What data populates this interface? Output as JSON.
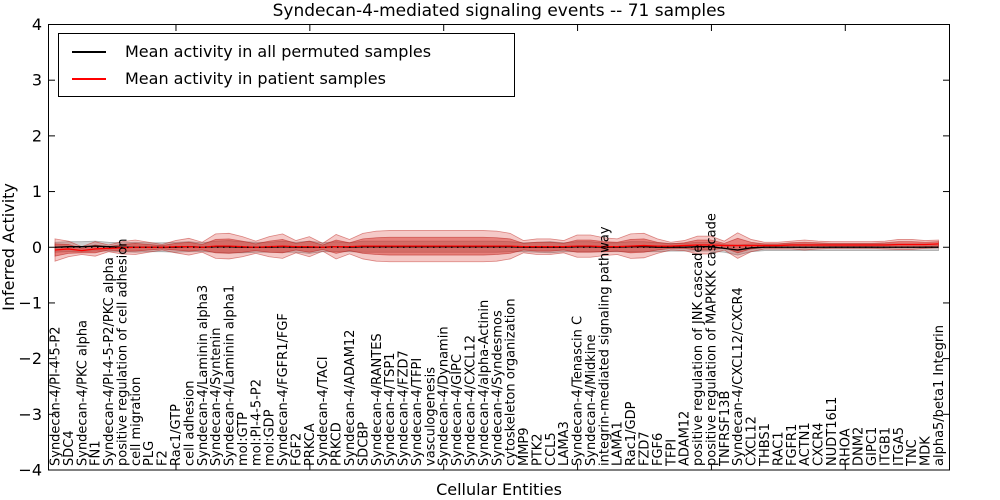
{
  "title": "Syndecan-4-mediated signaling events -- 71 samples",
  "legend": {
    "items": [
      {
        "label": "Mean activity in all permuted samples",
        "color": "#000000"
      },
      {
        "label": "Mean activity in patient samples",
        "color": "#ff0000"
      }
    ]
  },
  "chart_data": {
    "type": "line",
    "title": "Syndecan-4-mediated signaling events -- 71 samples",
    "xlabel": "Cellular Entities",
    "ylabel": "Inferred Activity",
    "ylim": [
      -4,
      4
    ],
    "yticks": [
      "4",
      "3",
      "2",
      "1",
      "0",
      "−1",
      "−2",
      "−3",
      "−4"
    ],
    "ytick_values": [
      4,
      3,
      2,
      1,
      0,
      -1,
      -2,
      -3,
      -4
    ],
    "grid": false,
    "legend_position": "upper left",
    "zero_line": {
      "value": 0,
      "style": "dotted",
      "color": "#000000"
    },
    "categories": [
      "Syndecan-4/PI-4-5-P2",
      "SDC4",
      "Syndecan-4/PKC alpha",
      "FN1",
      "Syndecan-4/PI-4-5-P2/PKC alpha",
      "positive regulation of cell adhesion",
      "cell migration",
      "PLG",
      "F2",
      "Rac1/GTP",
      "cell adhesion",
      "Syndecan-4/Laminin alpha3",
      "Syndecan-4/Syntenin",
      "Syndecan-4/Laminin alpha1",
      "mol:GTP",
      "mol:PI-4-5-P2",
      "mol:GDP",
      "Syndecan-4/FGFR1/FGF",
      "FGF2",
      "PRKCA",
      "Syndecan-4/TACI",
      "PRKCD",
      "Syndecan-4/ADAM12",
      "SDCBP",
      "Syndecan-4/RANTES",
      "Syndecan-4/TSP1",
      "Syndecan-4/FZD7",
      "Syndecan-4/TFPI",
      "vasculogenesis",
      "Syndecan-4/Dynamin",
      "Syndecan-4/GIPC",
      "Syndecan-4/CXCL12",
      "Syndecan-4/alpha-Actinin",
      "Syndecan-4/Syndesmos",
      "cytoskeleton organization",
      "MMP9",
      "PTK2",
      "CCL5",
      "LAMA3",
      "Syndecan-4/Tenascin C",
      "Syndecan-4/Midkine",
      "integrin-mediated signaling pathway",
      "LAMA1",
      "Rac1/GDP",
      "FZD7",
      "FGF6",
      "TFPI",
      "ADAM12",
      "positive regulation of JNK cascade",
      "positive regulation of MAPKKK cascade",
      "TNFRSF13B",
      "Syndecan-4/CXCL12/CXCR4",
      "CXCL12",
      "THBS1",
      "RAC1",
      "FGFR1",
      "ACTN1",
      "CXCR4",
      "NUDT16L1",
      "RHOA",
      "DNM2",
      "GIPC1",
      "ITGB1",
      "ITGA5",
      "TNC",
      "MDK",
      "alpha5/beta1 Integrin"
    ],
    "series": [
      {
        "name": "Mean activity in all permuted samples",
        "color": "#000000",
        "values": [
          0.0,
          0.01,
          0.01,
          0.02,
          0.01,
          0.0,
          0.0,
          0.0,
          0.0,
          0.0,
          0.01,
          0.0,
          0.01,
          0.01,
          0.0,
          0.0,
          0.0,
          0.01,
          0.0,
          0.0,
          0.0,
          0.01,
          0.0,
          0.01,
          0.01,
          0.01,
          0.01,
          0.01,
          0.01,
          0.01,
          0.01,
          0.01,
          0.01,
          0.01,
          0.01,
          0.0,
          0.0,
          0.0,
          0.0,
          0.01,
          0.01,
          0.0,
          0.0,
          0.01,
          0.01,
          0.0,
          0.0,
          0.0,
          0.01,
          0.01,
          -0.02,
          -0.05,
          -0.01,
          0.0,
          0.0,
          0.0,
          0.0,
          0.0,
          0.0,
          0.0,
          0.0,
          0.0,
          0.0,
          0.0,
          0.0,
          0.0,
          0.0
        ]
      },
      {
        "name": "Mean activity in patient samples",
        "color": "#ff0000",
        "values": [
          -0.05,
          -0.03,
          -0.06,
          -0.03,
          -0.02,
          -0.01,
          0.0,
          0.0,
          0.0,
          0.01,
          0.01,
          0.0,
          0.02,
          0.02,
          0.01,
          0.0,
          0.01,
          0.02,
          0.01,
          0.01,
          0.0,
          0.01,
          0.01,
          0.02,
          0.02,
          0.02,
          0.02,
          0.02,
          0.02,
          0.02,
          0.02,
          0.02,
          0.02,
          0.02,
          0.02,
          0.01,
          0.01,
          0.01,
          0.01,
          0.02,
          0.02,
          0.01,
          0.01,
          0.02,
          0.03,
          0.02,
          0.02,
          0.03,
          0.04,
          0.04,
          0.03,
          0.03,
          0.03,
          0.03,
          0.03,
          0.04,
          0.04,
          0.04,
          0.04,
          0.04,
          0.04,
          0.04,
          0.04,
          0.05,
          0.05,
          0.05,
          0.06
        ]
      }
    ],
    "bands": [
      {
        "name": "patient-band-outer",
        "center_series": "Mean activity in patient samples",
        "fill": "rgba(214,39,32,0.25)",
        "edge": "rgba(190,35,30,0.5)",
        "half_widths": [
          0.2,
          0.14,
          0.07,
          0.13,
          0.06,
          0.11,
          0.13,
          0.09,
          0.05,
          0.11,
          0.15,
          0.09,
          0.22,
          0.23,
          0.18,
          0.11,
          0.18,
          0.22,
          0.11,
          0.18,
          0.07,
          0.22,
          0.13,
          0.23,
          0.27,
          0.28,
          0.28,
          0.28,
          0.28,
          0.28,
          0.28,
          0.28,
          0.28,
          0.27,
          0.23,
          0.11,
          0.14,
          0.14,
          0.11,
          0.2,
          0.2,
          0.16,
          0.14,
          0.22,
          0.22,
          0.13,
          0.07,
          0.09,
          0.16,
          0.16,
          0.08,
          0.23,
          0.11,
          0.06,
          0.06,
          0.07,
          0.09,
          0.07,
          0.06,
          0.06,
          0.06,
          0.06,
          0.07,
          0.09,
          0.09,
          0.07,
          0.07
        ]
      },
      {
        "name": "patient-band-inner",
        "center_series": "Mean activity in patient samples",
        "fill": "rgba(214,39,32,0.45)",
        "edge": "rgba(180,30,25,0.55)",
        "half_widths": [
          0.11,
          0.08,
          0.04,
          0.07,
          0.03,
          0.06,
          0.07,
          0.05,
          0.03,
          0.06,
          0.08,
          0.05,
          0.12,
          0.13,
          0.1,
          0.06,
          0.1,
          0.12,
          0.06,
          0.1,
          0.04,
          0.12,
          0.07,
          0.13,
          0.15,
          0.16,
          0.16,
          0.16,
          0.16,
          0.16,
          0.16,
          0.16,
          0.16,
          0.15,
          0.13,
          0.06,
          0.08,
          0.08,
          0.06,
          0.11,
          0.11,
          0.09,
          0.08,
          0.12,
          0.12,
          0.07,
          0.04,
          0.05,
          0.09,
          0.09,
          0.04,
          0.13,
          0.06,
          0.03,
          0.03,
          0.04,
          0.05,
          0.04,
          0.03,
          0.03,
          0.03,
          0.03,
          0.04,
          0.05,
          0.05,
          0.04,
          0.04
        ]
      },
      {
        "name": "permuted-band",
        "center_series": "Mean activity in all permuted samples",
        "fill": "rgba(130,130,130,0.38)",
        "edge": "rgba(110,110,110,0.5)",
        "half_widths": [
          0.09,
          0.09,
          0.09,
          0.09,
          0.08,
          0.08,
          0.09,
          0.08,
          0.08,
          0.09,
          0.09,
          0.08,
          0.1,
          0.11,
          0.1,
          0.09,
          0.09,
          0.1,
          0.09,
          0.11,
          0.08,
          0.09,
          0.08,
          0.1,
          0.1,
          0.1,
          0.1,
          0.1,
          0.1,
          0.1,
          0.1,
          0.1,
          0.1,
          0.1,
          0.09,
          0.08,
          0.09,
          0.1,
          0.08,
          0.09,
          0.09,
          0.08,
          0.08,
          0.09,
          0.09,
          0.08,
          0.07,
          0.07,
          0.08,
          0.08,
          0.07,
          0.09,
          0.07,
          0.06,
          0.06,
          0.06,
          0.06,
          0.06,
          0.06,
          0.06,
          0.06,
          0.06,
          0.06,
          0.06,
          0.06,
          0.06,
          0.06
        ]
      }
    ]
  }
}
